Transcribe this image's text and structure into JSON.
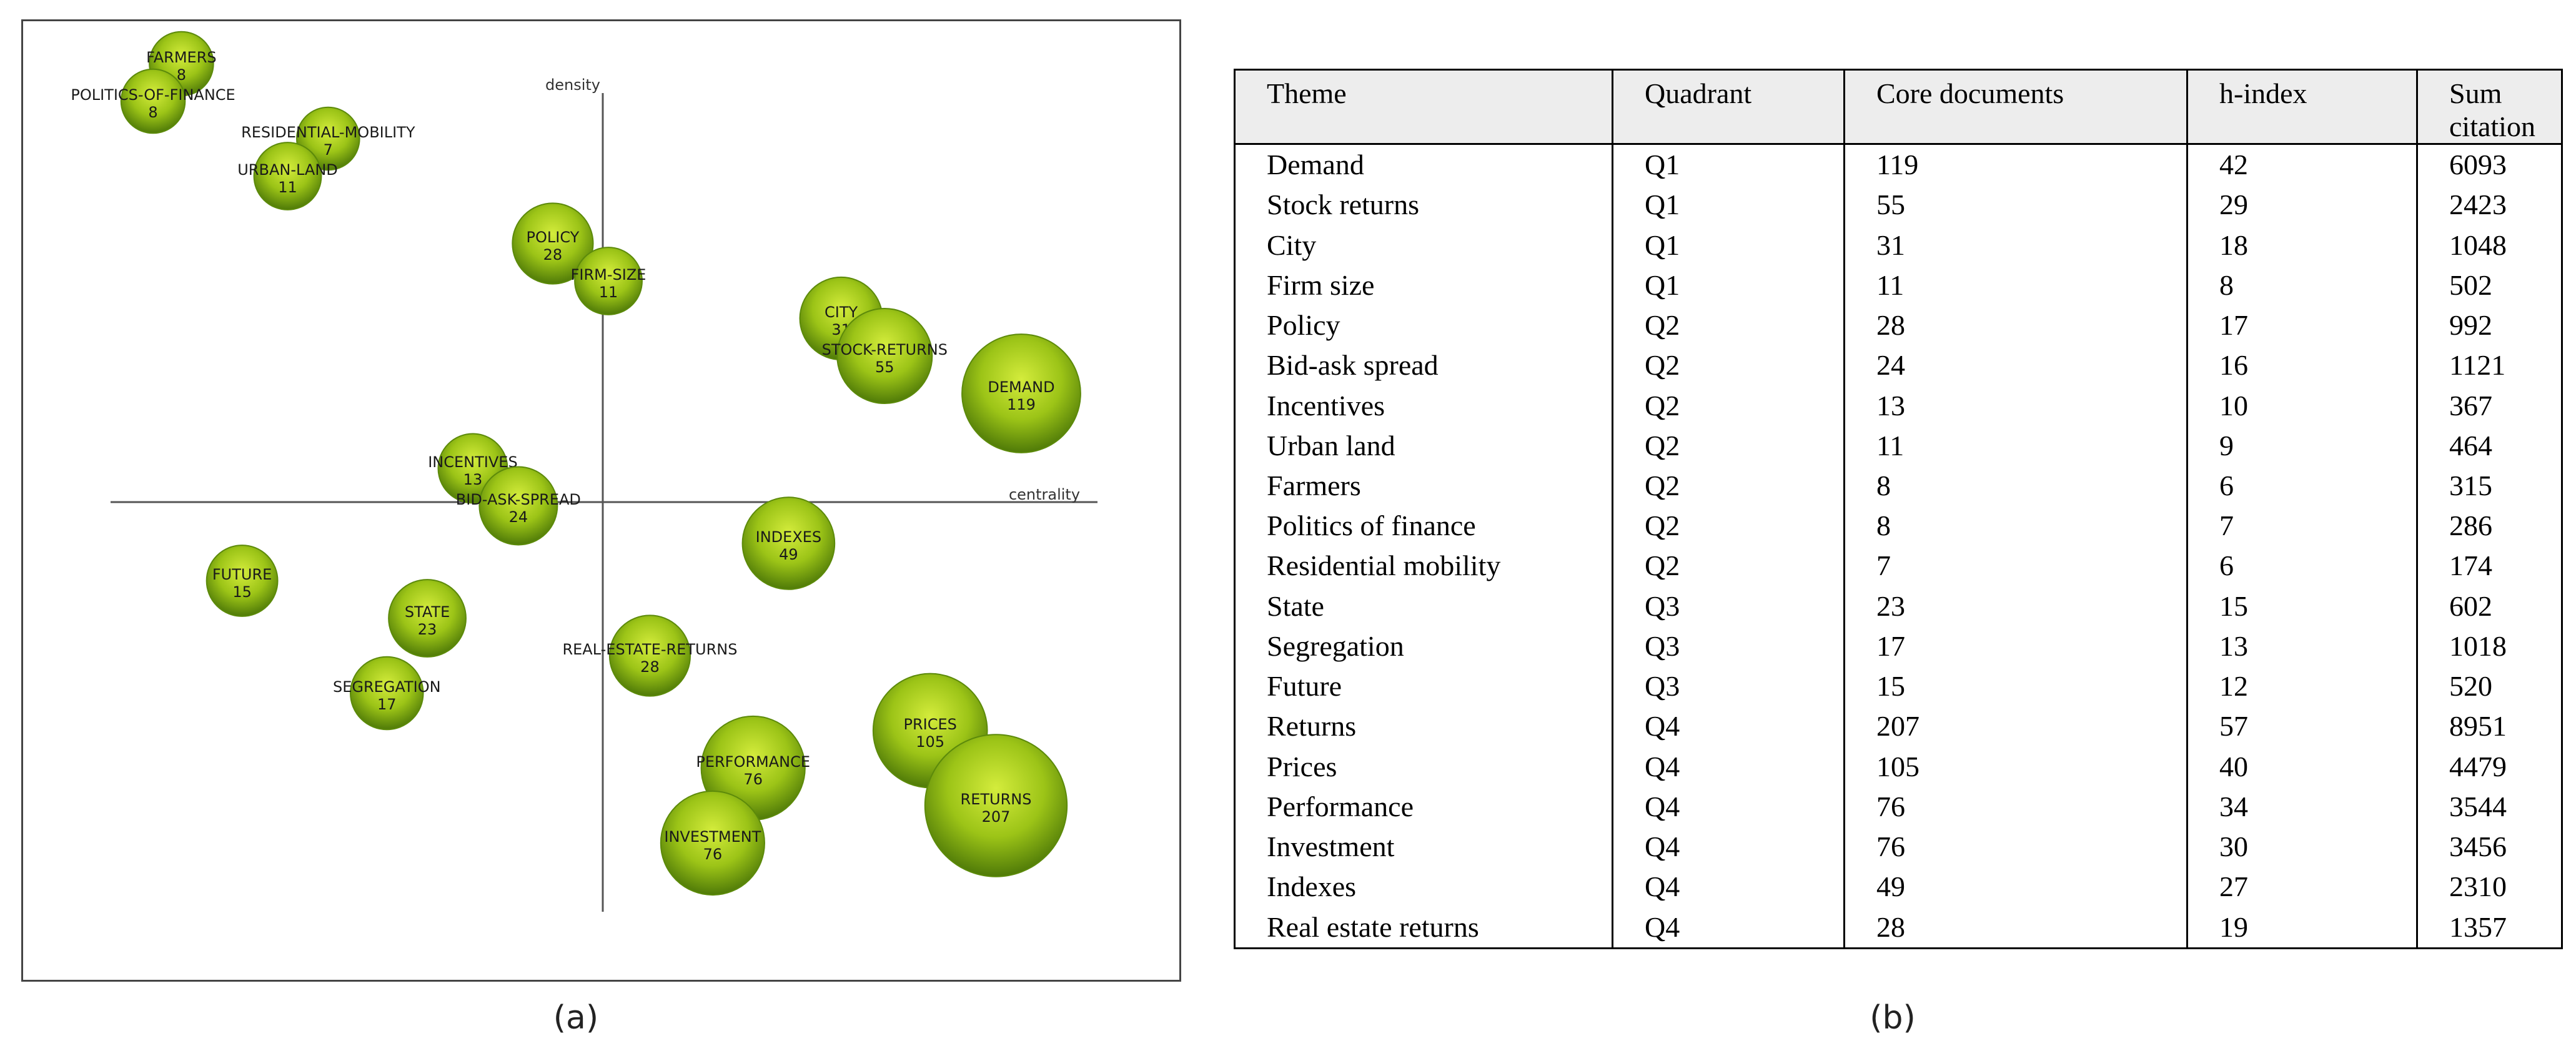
{
  "chart_data": [
    {
      "type": "scatter",
      "xlabel": "centrality",
      "ylabel": "density",
      "points": [
        {
          "label": "FARMERS",
          "value": 8,
          "x": 0.07,
          "y": 0.985
        },
        {
          "label": "POLITICS-OF-FINANCE",
          "value": 8,
          "x": 0.042,
          "y": 0.935
        },
        {
          "label": "RESIDENTIAL-MOBILITY",
          "value": 7,
          "x": 0.215,
          "y": 0.885
        },
        {
          "label": "URBAN-LAND",
          "value": 11,
          "x": 0.175,
          "y": 0.835
        },
        {
          "label": "POLICY",
          "value": 28,
          "x": 0.437,
          "y": 0.745
        },
        {
          "label": "FIRM-SIZE",
          "value": 11,
          "x": 0.492,
          "y": 0.695
        },
        {
          "label": "CITY",
          "value": 31,
          "x": 0.722,
          "y": 0.645
        },
        {
          "label": "STOCK-RETURNS",
          "value": 55,
          "x": 0.765,
          "y": 0.595
        },
        {
          "label": "DEMAND",
          "value": 119,
          "x": 0.9,
          "y": 0.545
        },
        {
          "label": "INCENTIVES",
          "value": 13,
          "x": 0.358,
          "y": 0.445
        },
        {
          "label": "BID-ASK-SPREAD",
          "value": 24,
          "x": 0.403,
          "y": 0.395
        },
        {
          "label": "INDEXES",
          "value": 49,
          "x": 0.67,
          "y": 0.345
        },
        {
          "label": "FUTURE",
          "value": 15,
          "x": 0.13,
          "y": 0.295
        },
        {
          "label": "STATE",
          "value": 23,
          "x": 0.313,
          "y": 0.245
        },
        {
          "label": "REAL-ESTATE-RETURNS",
          "value": 28,
          "x": 0.533,
          "y": 0.195
        },
        {
          "label": "SEGREGATION",
          "value": 17,
          "x": 0.273,
          "y": 0.145
        },
        {
          "label": "PRICES",
          "value": 105,
          "x": 0.81,
          "y": 0.095
        },
        {
          "label": "PERFORMANCE",
          "value": 76,
          "x": 0.635,
          "y": 0.045
        },
        {
          "label": "RETURNS",
          "value": 207,
          "x": 0.875,
          "y": -0.005
        },
        {
          "label": "INVESTMENT",
          "value": 76,
          "x": 0.595,
          "y": -0.055
        }
      ]
    },
    {
      "type": "table",
      "columns": [
        "Theme",
        "Quadrant",
        "Core documents",
        "h-index",
        "Sum citation"
      ],
      "rows": [
        [
          "Demand",
          "Q1",
          "119",
          "42",
          "6093"
        ],
        [
          "Stock returns",
          "Q1",
          "55",
          "29",
          "2423"
        ],
        [
          "City",
          "Q1",
          "31",
          "18",
          "1048"
        ],
        [
          "Firm size",
          "Q1",
          "11",
          "8",
          "502"
        ],
        [
          "Policy",
          "Q2",
          "28",
          "17",
          "992"
        ],
        [
          "Bid-ask spread",
          "Q2",
          "24",
          "16",
          "1121"
        ],
        [
          "Incentives",
          "Q2",
          "13",
          "10",
          "367"
        ],
        [
          "Urban land",
          "Q2",
          "11",
          "9",
          "464"
        ],
        [
          "Farmers",
          "Q2",
          "8",
          "6",
          "315"
        ],
        [
          "Politics of finance",
          "Q2",
          "8",
          "7",
          "286"
        ],
        [
          "Residential mobility",
          "Q2",
          "7",
          "6",
          "174"
        ],
        [
          "State",
          "Q3",
          "23",
          "15",
          "602"
        ],
        [
          "Segregation",
          "Q3",
          "17",
          "13",
          "1018"
        ],
        [
          "Future",
          "Q3",
          "15",
          "12",
          "520"
        ],
        [
          "Returns",
          "Q4",
          "207",
          "57",
          "8951"
        ],
        [
          "Prices",
          "Q4",
          "105",
          "40",
          "4479"
        ],
        [
          "Performance",
          "Q4",
          "76",
          "34",
          "3544"
        ],
        [
          "Investment",
          "Q4",
          "76",
          "30",
          "3456"
        ],
        [
          "Indexes",
          "Q4",
          "49",
          "27",
          "2310"
        ],
        [
          "Real estate returns",
          "Q4",
          "28",
          "19",
          "1357"
        ]
      ]
    }
  ],
  "captions": {
    "left": "(a)",
    "right": "(b)"
  },
  "colors": {
    "bubble_light": "#d4ec3c",
    "bubble_mid": "#9cc417",
    "bubble_dark": "#4f7a08",
    "axis": "#555555"
  }
}
